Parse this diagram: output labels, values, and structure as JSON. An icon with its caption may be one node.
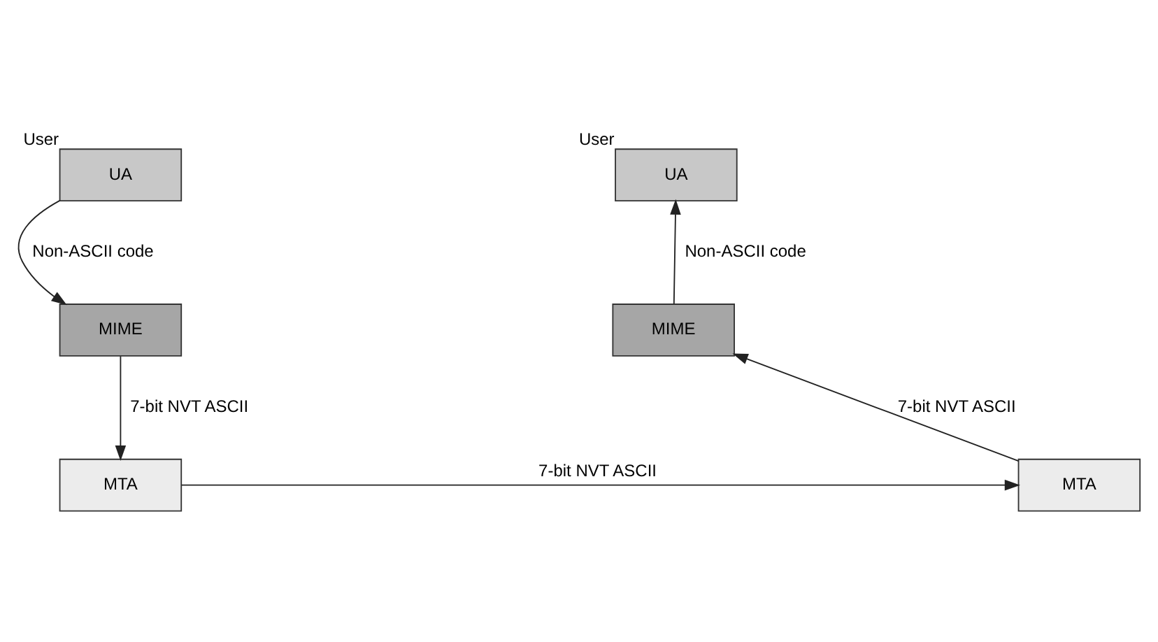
{
  "diagram": {
    "nodes": [
      {
        "text": [
          "UA"
        ],
        "beside": [
          "User"
        ]
      },
      {
        "text": [
          "MIME"
        ]
      },
      {
        "text": [
          "MTA"
        ]
      },
      {
        "text": [
          "MTA"
        ]
      },
      {
        "text": [
          "MIME"
        ]
      },
      {
        "text": [
          "UA"
        ],
        "beside": [
          "User"
        ]
      }
    ],
    "edges": [
      {
        "from": 0,
        "to": 1,
        "arrow": "to",
        "label": "Non-ASCII code"
      },
      {
        "from": 1,
        "to": 2,
        "arrow": "to",
        "label": "7-bit NVT ASCII"
      },
      {
        "from": 2,
        "to": 3,
        "arrow": "to",
        "label": "7-bit NVT ASCII"
      },
      {
        "from": 3,
        "to": 4,
        "arrow": "to",
        "label": "7-bit NVT ASCII"
      },
      {
        "from": 4,
        "to": 5,
        "arrow": "to",
        "label": "Non-ASCII code"
      }
    ]
  }
}
